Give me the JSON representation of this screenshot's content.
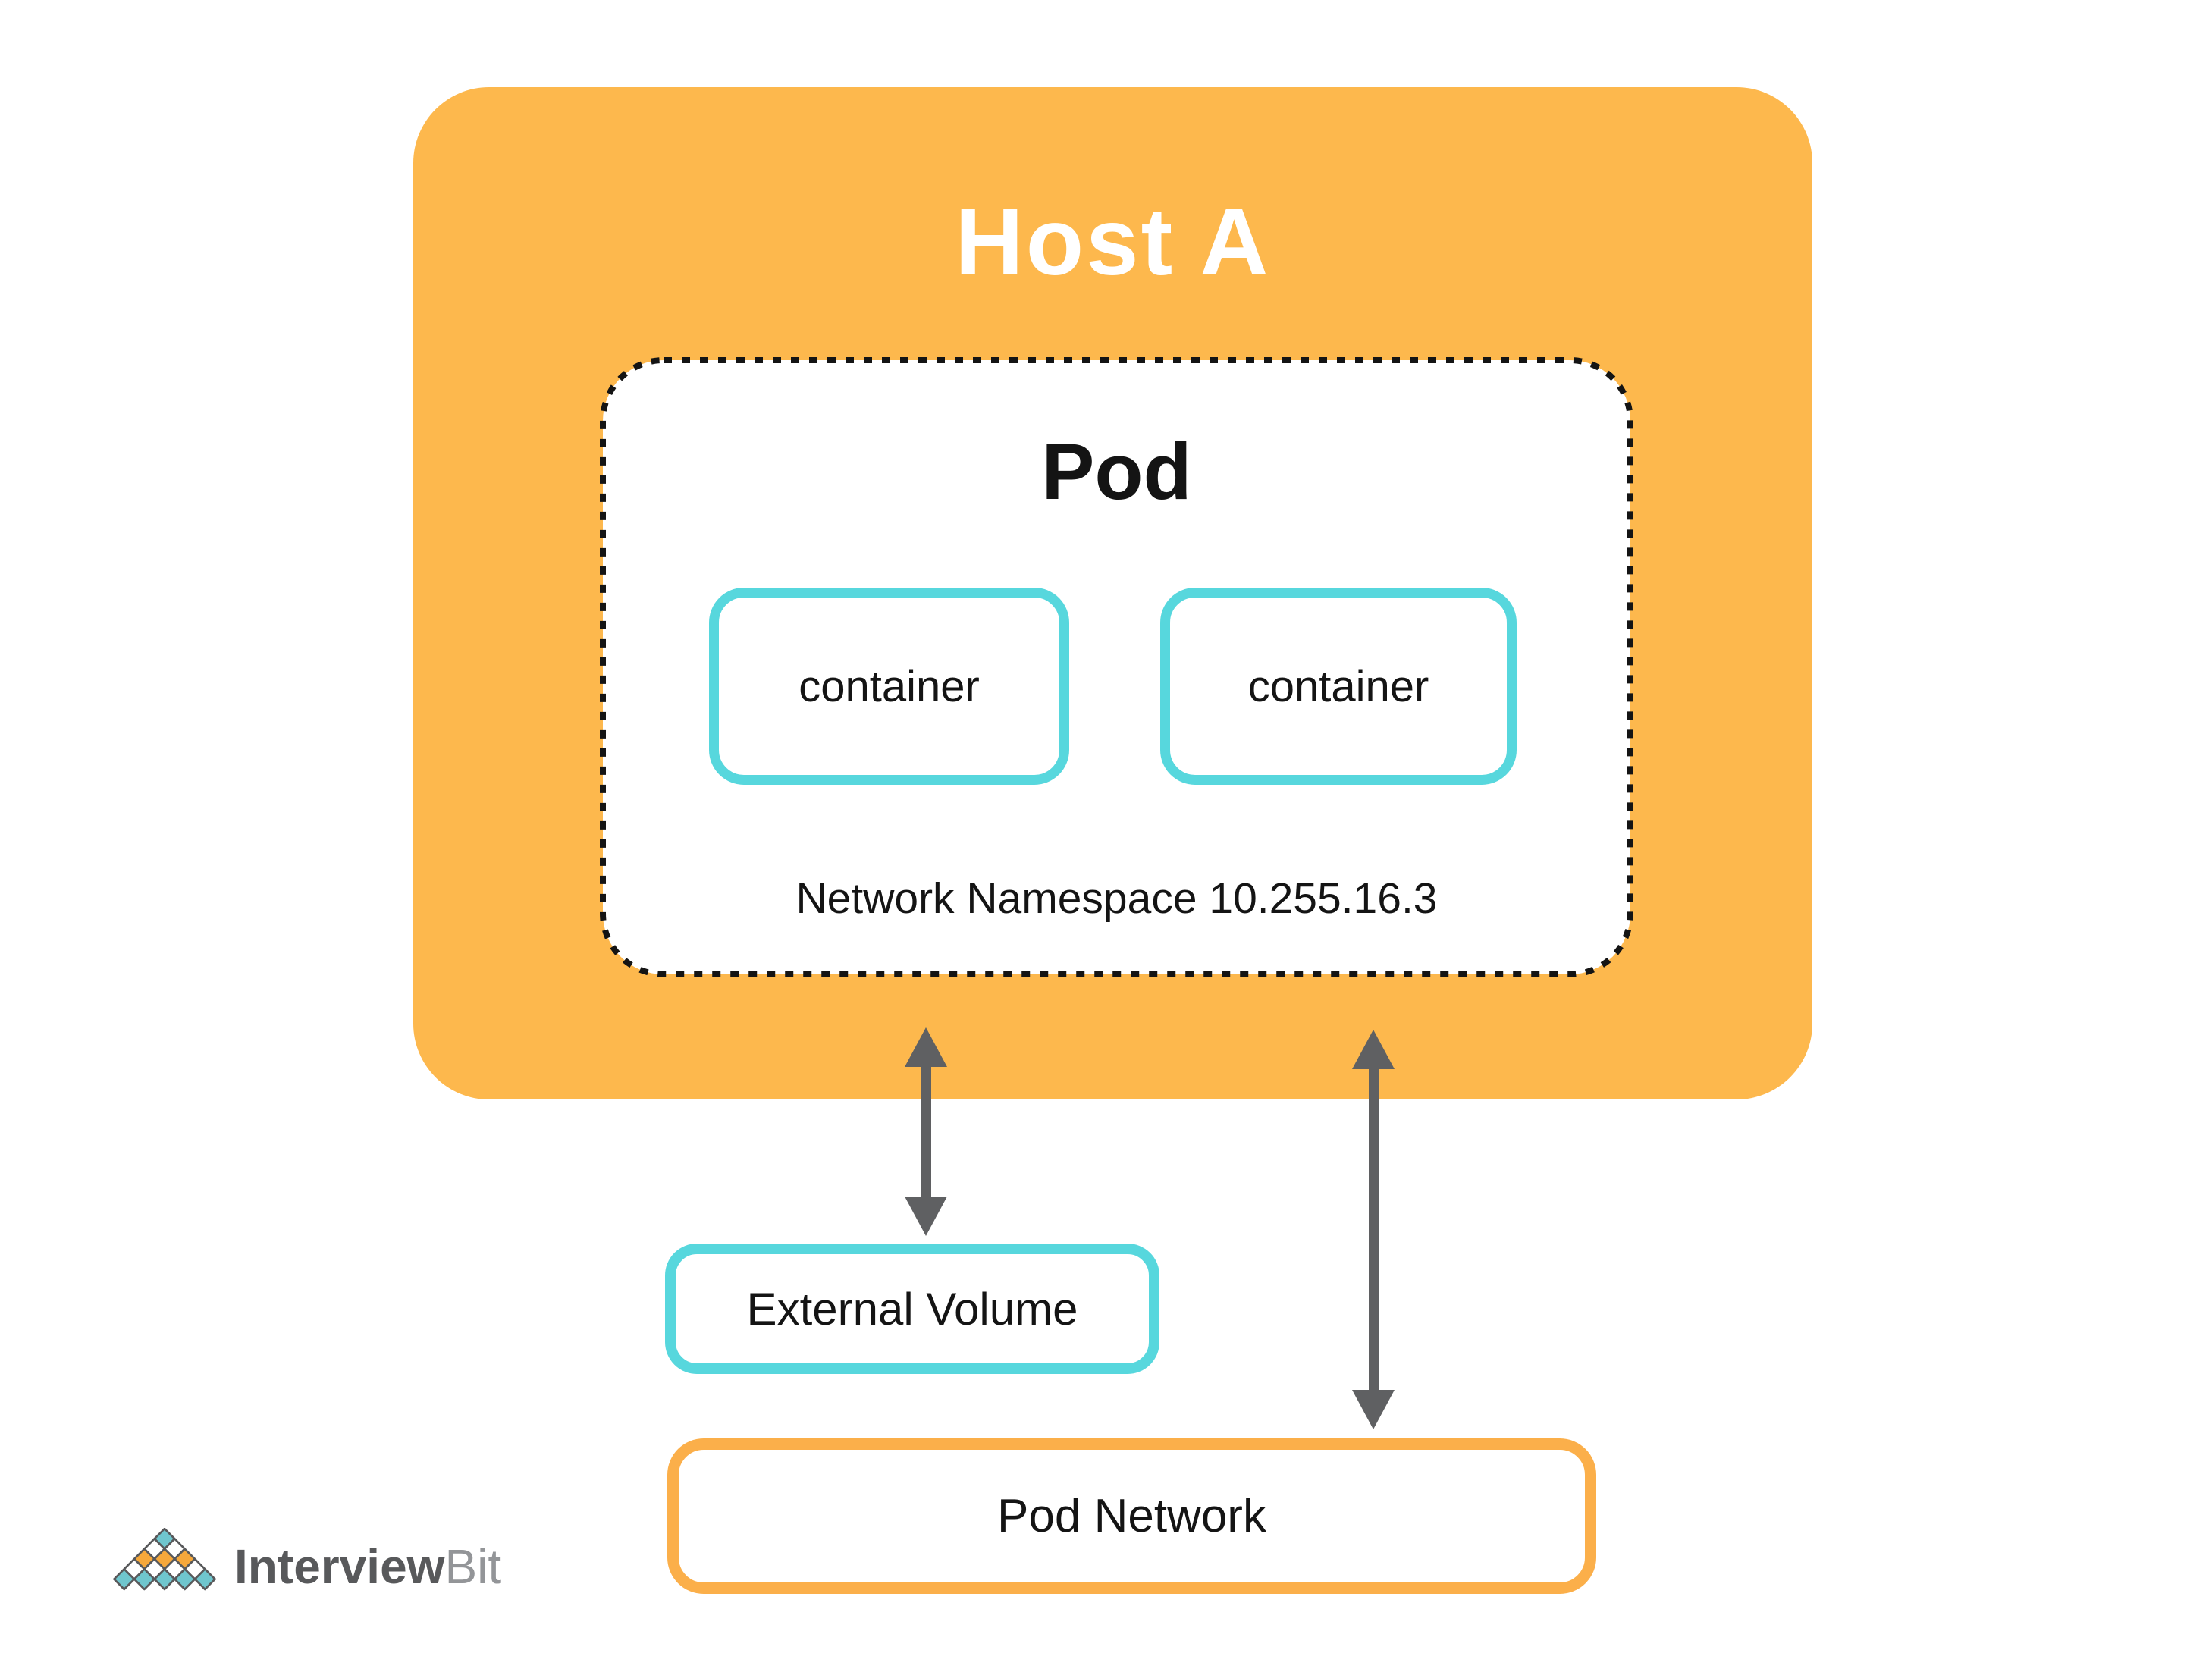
{
  "diagram": {
    "host": {
      "title": "Host A"
    },
    "pod": {
      "title": "Pod",
      "containers": [
        {
          "label": "container"
        },
        {
          "label": "container"
        }
      ],
      "namespace_label": "Network Namespace 10.255.16.3"
    },
    "external_volume": {
      "label": "External Volume"
    },
    "pod_network": {
      "label": "Pod Network"
    }
  },
  "logo": {
    "brand_primary": "Interview",
    "brand_secondary": "Bit"
  },
  "colors": {
    "host_fill": "#FDB84D",
    "container_border": "#57D7DD",
    "external_volume_border": "#57D7DD",
    "pod_network_border": "#FBAF4A",
    "pod_border": "#141414",
    "arrow": "#5F6062",
    "host_title_text": "#FFFFFF",
    "body_text": "#141414",
    "logo_teal": "#6FC6CE",
    "logo_orange": "#F6A83B",
    "logo_text_dark": "#58595B",
    "logo_text_light": "#939598"
  }
}
